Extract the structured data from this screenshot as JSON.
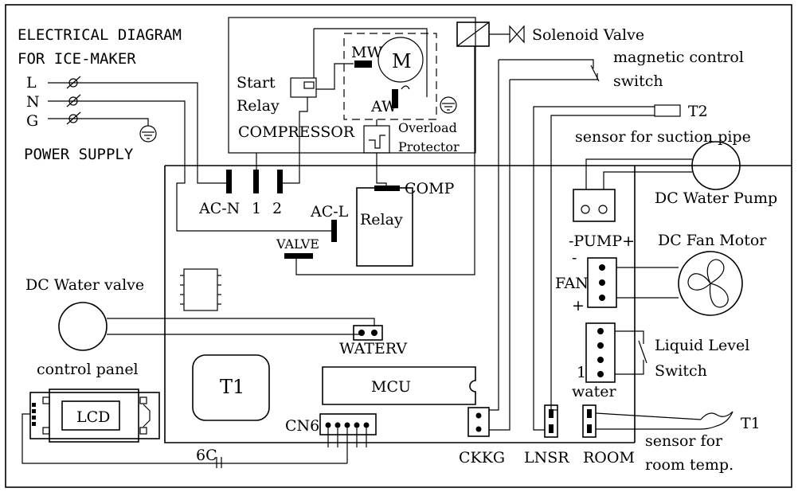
{
  "title_lines": [
    "ELECTRICAL DIAGRAM",
    "FOR ICE-MAKER"
  ],
  "power_supply": {
    "lines": [
      "L",
      "N",
      "G"
    ],
    "label": "POWER SUPPLY"
  },
  "compressor": {
    "start_relay_lines": [
      "Start",
      "Relay"
    ],
    "label": "COMPRESSOR",
    "motor_symbol": "M",
    "winding_main": "MW",
    "winding_aux": "AW",
    "overload_lines": [
      "Overload",
      "Protector"
    ]
  },
  "solenoid_valve": "Solenoid Valve",
  "magnetic_switch_lines": [
    "magnetic control",
    "switch"
  ],
  "sensor_suction": {
    "tag": "T2",
    "label": "sensor for suction pipe"
  },
  "pump": {
    "label": "DC Water Pump",
    "connector": "-PUMP+"
  },
  "fan": {
    "label": "DC Fan Motor",
    "connector": "FAN",
    "minus": "-",
    "plus": "+"
  },
  "liquid_level_lines": [
    "Liquid Level",
    "Switch"
  ],
  "water_connector_lines": [
    "1",
    "water"
  ],
  "board": {
    "ac_terminals": [
      "AC-N",
      "1",
      "2"
    ],
    "ac_l": "AC-L",
    "relay": "Relay",
    "comp": "COMP",
    "valve": "VALVE",
    "waterv": "WATERV",
    "transformer": "T1",
    "mcu": "MCU",
    "cn6": "CN6",
    "ckkg": "CKKG",
    "lnsr": "LNSR",
    "room": "ROOM",
    "cap": "6C"
  },
  "water_valve": "DC Water valve",
  "control_panel": {
    "label": "control panel",
    "lcd": "LCD"
  },
  "sensor_room": {
    "tag": "T1",
    "lines": [
      "sensor for",
      "room temp."
    ]
  }
}
